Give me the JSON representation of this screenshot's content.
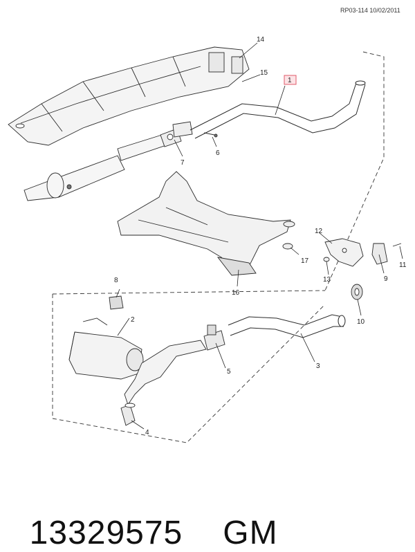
{
  "header": {
    "reference": "RP03-114 10/02/2011"
  },
  "callouts": {
    "c1": "1",
    "c2": "2",
    "c3": "3",
    "c4": "4",
    "c5": "5",
    "c6": "6",
    "c7": "7",
    "c8": "8",
    "c9": "9",
    "c10": "10",
    "c11": "11",
    "c12": "12",
    "c13": "13",
    "c14": "14",
    "c15": "15",
    "c16": "16",
    "c17": "17"
  },
  "footer": {
    "part_number": "13329575",
    "brand": "GM"
  },
  "colors": {
    "line": "#2a2a2a",
    "fill": "#f4f4f4",
    "dark": "#777777",
    "highlight": "#e0596a"
  }
}
